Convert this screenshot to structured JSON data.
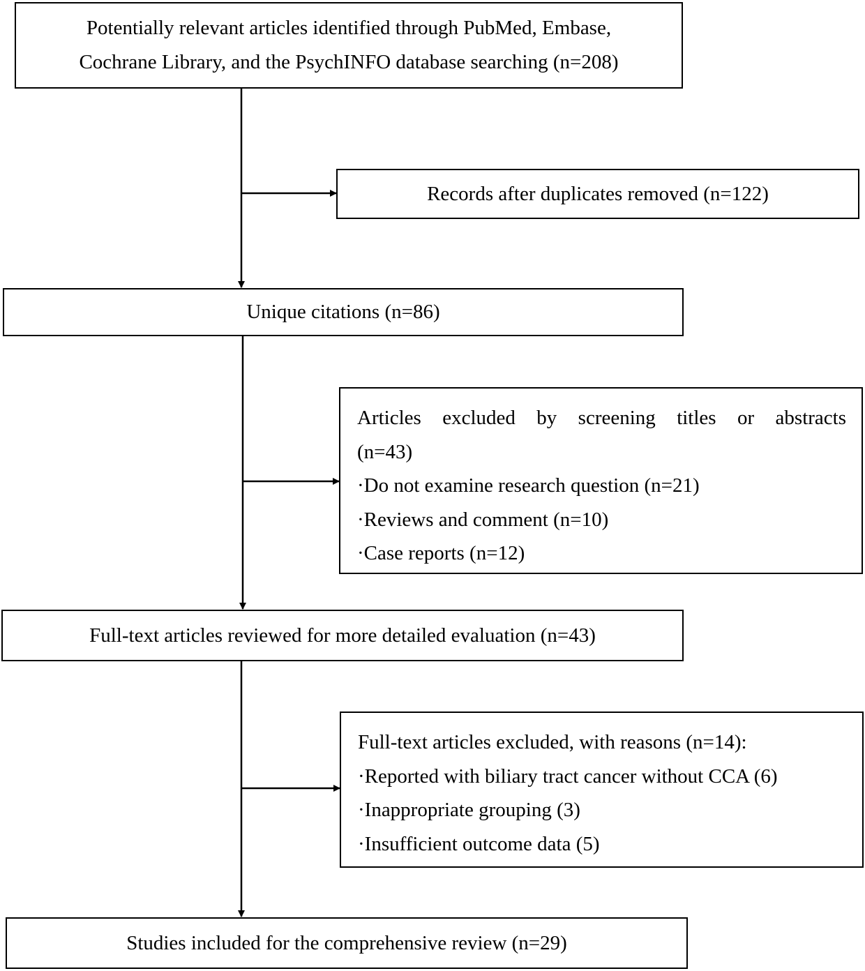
{
  "flow": {
    "identified": {
      "line1": "Potentially relevant articles identified through PubMed, Embase,",
      "line2": "Cochrane Library, and the PsychINFO database searching (n=208)"
    },
    "duplicates": "Records after duplicates removed (n=122)",
    "unique": "Unique citations (n=86)",
    "screen_excluded": {
      "line1": "Articles excluded by screening titles or abstracts",
      "line2": "(n=43)",
      "items": [
        "·Do not examine research question (n=21)",
        "·Reviews and comment (n=10)",
        "·Case reports (n=12)"
      ]
    },
    "fulltext": "Full-text articles reviewed for more detailed evaluation (n=43)",
    "fulltext_excluded": {
      "heading": "Full-text articles excluded, with reasons (n=14):",
      "items": [
        "·Reported with biliary tract cancer without CCA (6)",
        "·Inappropriate grouping (3)",
        "·Insufficient outcome data (5)"
      ]
    },
    "included": "Studies included for the comprehensive review (n=29)"
  }
}
